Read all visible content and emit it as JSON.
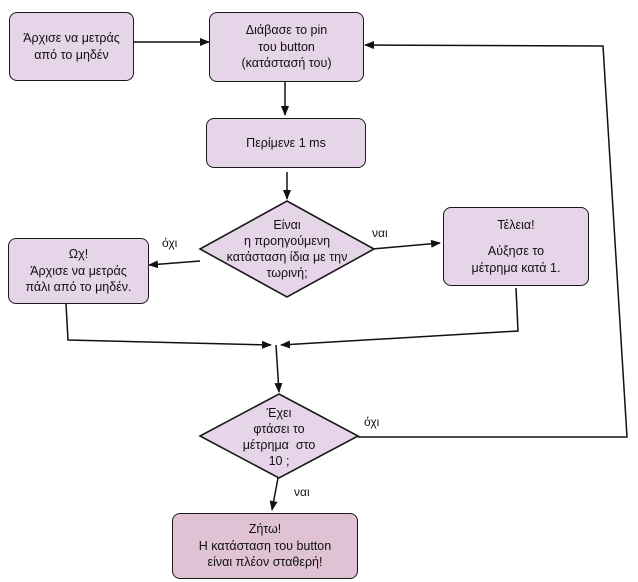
{
  "nodes": {
    "start": {
      "lines": [
        "Άρχισε να μετράς",
        "από το μηδέν"
      ]
    },
    "read": {
      "lines": [
        "Διάβασε το pin",
        "του button",
        "(κατάστασή του)"
      ]
    },
    "wait": {
      "lines": [
        "Περίμενε 1 ms"
      ]
    },
    "same_state": {
      "lines": [
        "Είναι",
        "η προηγούμενη",
        "κατάσταση ίδια με την",
        "τωρινή;"
      ]
    },
    "good": {
      "line1": "Τέλεια!",
      "line2": "Αύξησε το",
      "line3": "μέτρημα κατά 1."
    },
    "oops": {
      "lines": [
        "Ωχ!",
        "Άρχισε να μετράς",
        "πάλι από το μηδέν."
      ]
    },
    "reached": {
      "lines": [
        "Έχει",
        "φτάσει το",
        "μέτρημα  στο",
        "10 ;"
      ]
    },
    "end": {
      "lines": [
        "Ζήτω!",
        "Η κατάσταση του button",
        "είναι πλέον σταθερή!"
      ]
    }
  },
  "labels": {
    "same_yes": "ναι",
    "same_no": "όχι",
    "reached_no": "όχι",
    "reached_yes": "ναι"
  },
  "colors": {
    "box_fill": "#e6d4e8",
    "final_fill": "#dfc3d4",
    "stroke": "#1a1a1a"
  }
}
